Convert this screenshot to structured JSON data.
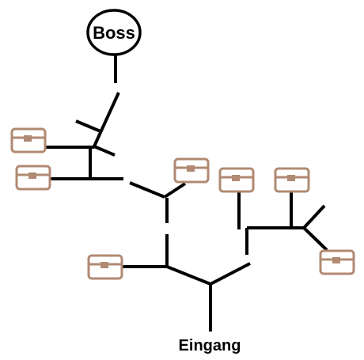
{
  "nodes": {
    "boss_label": "Boss",
    "entrance_label": "Eingang"
  },
  "chests": [
    {
      "name": "chest-left-upper"
    },
    {
      "name": "chest-left-lower"
    },
    {
      "name": "chest-center"
    },
    {
      "name": "chest-lower-left"
    },
    {
      "name": "chest-right-a"
    },
    {
      "name": "chest-right-b"
    },
    {
      "name": "chest-far-right"
    }
  ],
  "colors": {
    "path": "#000000",
    "chest_border": "#b08a72",
    "chest_fill": "#ffffff",
    "chest_lock": "#b08a72"
  }
}
